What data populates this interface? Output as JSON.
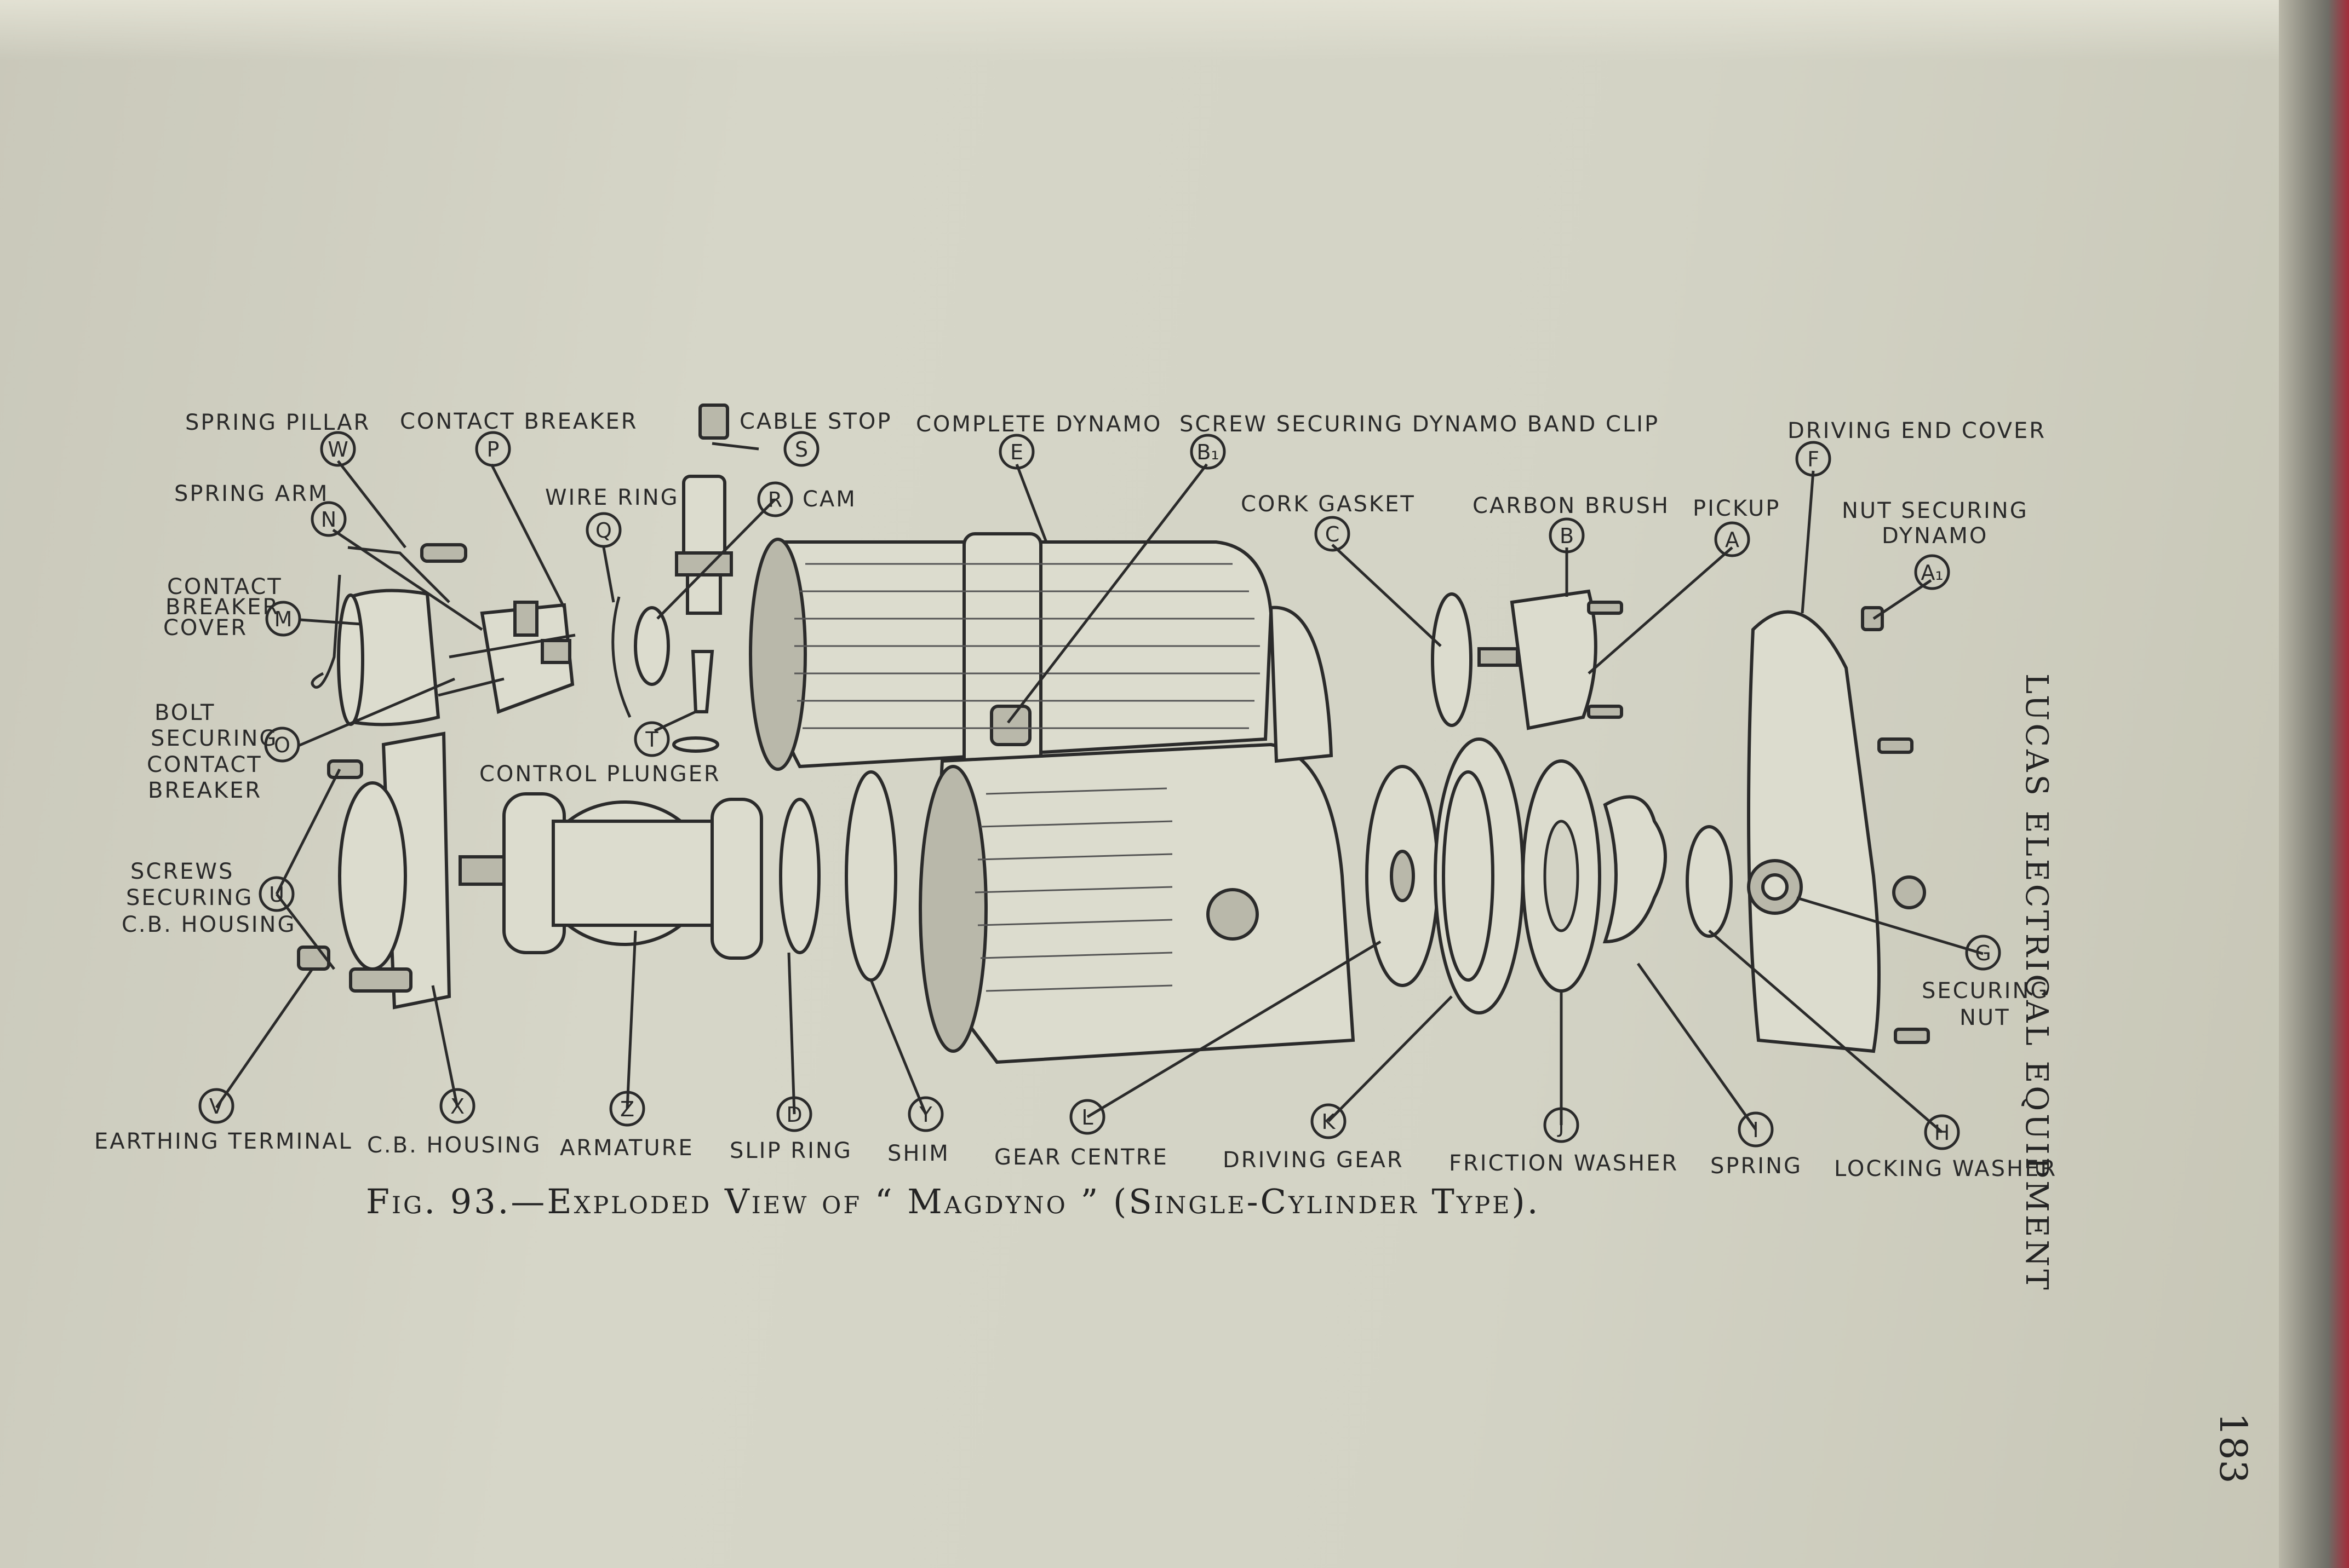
{
  "page": {
    "running_head": "LUCAS ELECTRICAL EQUIPMENT",
    "page_number": "183"
  },
  "figure": {
    "caption": "Fig. 93.—Exploded View of “ Magdyno ” (Single-Cylinder Type)."
  },
  "callouts": [
    {
      "letter": "W",
      "label": "SPRING PILLAR"
    },
    {
      "letter": "P",
      "label": "CONTACT BREAKER"
    },
    {
      "letter": "S",
      "label": "CABLE STOP"
    },
    {
      "letter": "E",
      "label": "COMPLETE DYNAMO"
    },
    {
      "letter": "B₁",
      "label": "SCREW SECURING DYNAMO BAND CLIP"
    },
    {
      "letter": "F",
      "label": "DRIVING END COVER"
    },
    {
      "letter": "N",
      "label": "SPRING ARM"
    },
    {
      "letter": "Q",
      "label": "WIRE RING"
    },
    {
      "letter": "R",
      "label": "CAM"
    },
    {
      "letter": "C",
      "label": "CORK GASKET"
    },
    {
      "letter": "B",
      "label": "CARBON BRUSH"
    },
    {
      "letter": "A",
      "label": "PICKUP"
    },
    {
      "letter": "A₁",
      "label": "NUT SECURING DYNAMO"
    },
    {
      "letter": "M",
      "label": "CONTACT BREAKER COVER"
    },
    {
      "letter": "O",
      "label": "BOLT SECURING CONTACT BREAKER"
    },
    {
      "letter": "T",
      "label": "CONTROL PLUNGER"
    },
    {
      "letter": "U",
      "label": "SCREWS SECURING C.B. HOUSING"
    },
    {
      "letter": "G",
      "label": "SECURING NUT"
    },
    {
      "letter": "V",
      "label": "EARTHING TERMINAL"
    },
    {
      "letter": "X",
      "label": "C.B. HOUSING"
    },
    {
      "letter": "Z",
      "label": "ARMATURE"
    },
    {
      "letter": "D",
      "label": "SLIP RING"
    },
    {
      "letter": "Y",
      "label": "SHIM"
    },
    {
      "letter": "L",
      "label": "GEAR CENTRE"
    },
    {
      "letter": "K",
      "label": "DRIVING GEAR"
    },
    {
      "letter": "J",
      "label": "FRICTION WASHER"
    },
    {
      "letter": "I",
      "label": "SPRING"
    },
    {
      "letter": "H",
      "label": "LOCKING WASHER"
    }
  ],
  "label_lines": {
    "contact_breaker_cover": [
      "CONTACT",
      "BREAKER",
      "COVER"
    ],
    "bolt_securing": [
      "BOLT",
      "SECURING",
      "CONTACT",
      "BREAKER"
    ],
    "screws_securing": [
      "SCREWS",
      "SECURING",
      "C.B. HOUSING"
    ],
    "nut_securing": [
      "NUT  SECURING",
      "DYNAMO"
    ],
    "securing_nut": [
      "SECURING",
      "NUT"
    ]
  }
}
